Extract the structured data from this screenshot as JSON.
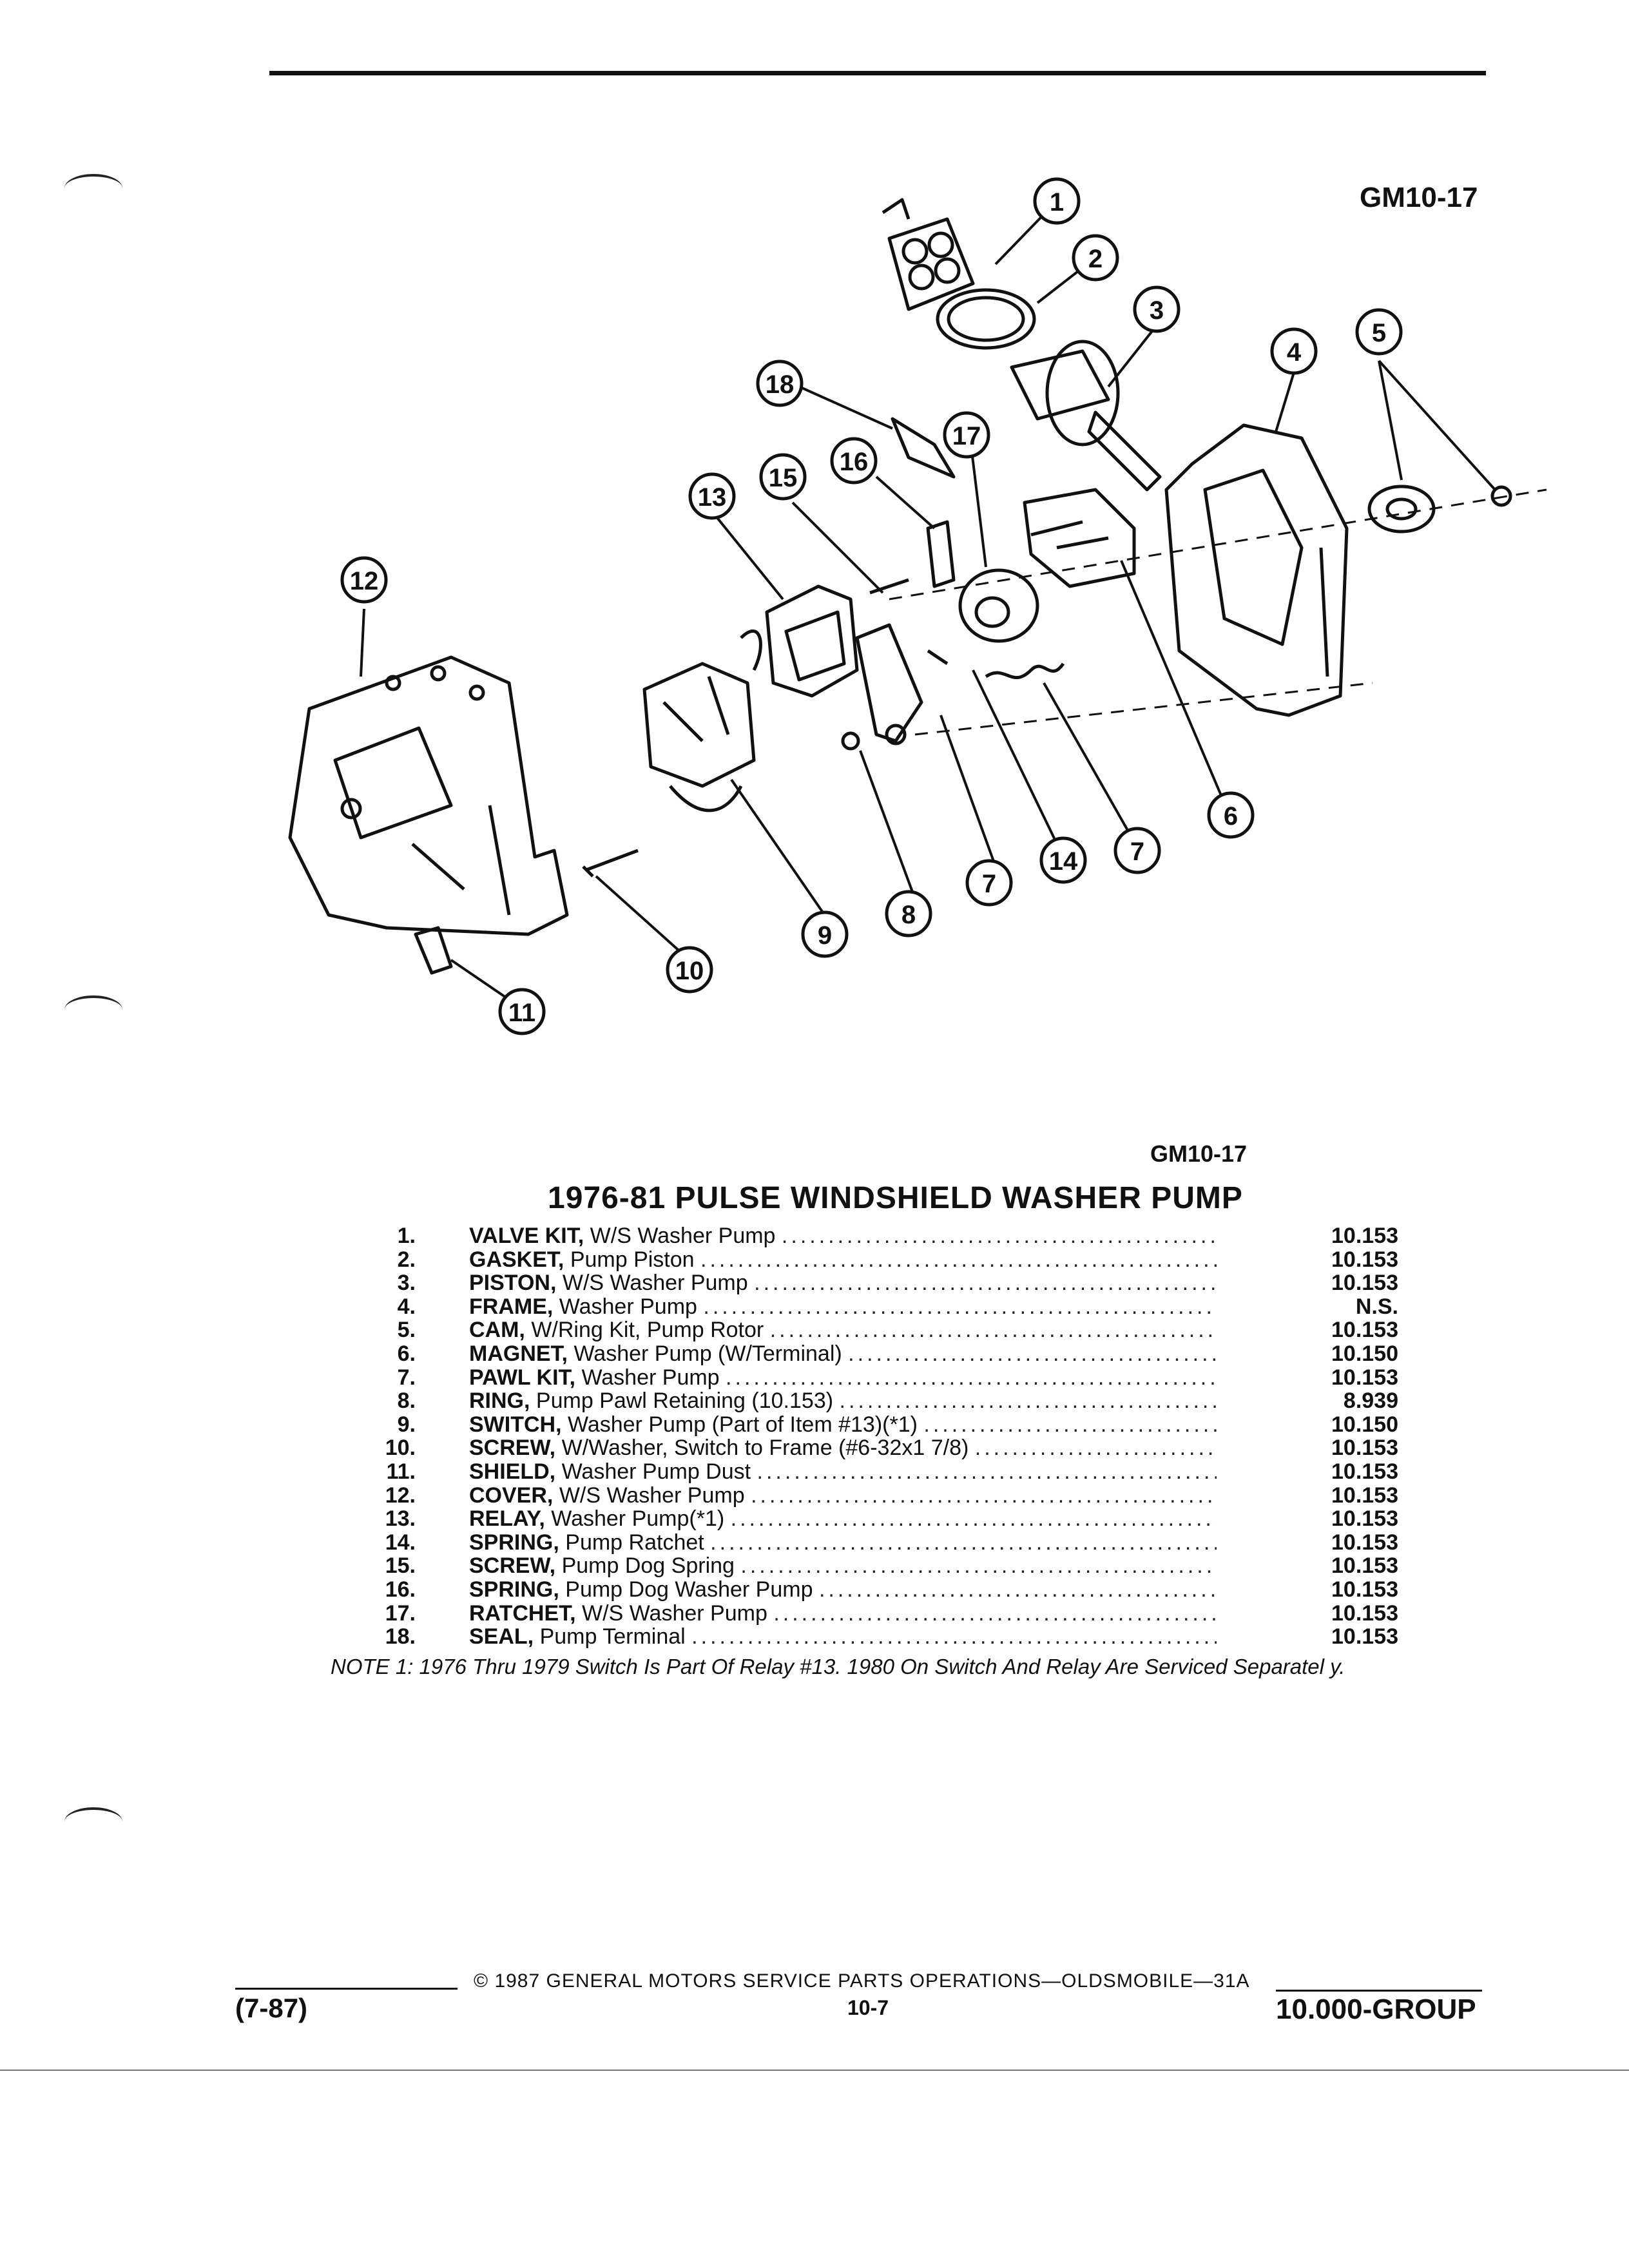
{
  "figure_id_top": "GM10-17",
  "figure_id_bottom": "GM10-17",
  "callouts": [
    "1",
    "2",
    "3",
    "4",
    "5",
    "6",
    "7",
    "7",
    "8",
    "9",
    "10",
    "11",
    "12",
    "13",
    "14",
    "15",
    "16",
    "17",
    "18"
  ],
  "title": "1976-81 PULSE WINDSHIELD WASHER PUMP",
  "parts": [
    {
      "num": "1.",
      "name": "VALVE KIT,",
      "desc": "W/S Washer Pump",
      "code": "10.153"
    },
    {
      "num": "2.",
      "name": "GASKET,",
      "desc": "Pump Piston",
      "code": "10.153"
    },
    {
      "num": "3.",
      "name": "PISTON,",
      "desc": "W/S Washer Pump",
      "code": "10.153"
    },
    {
      "num": "4.",
      "name": "FRAME,",
      "desc": "Washer Pump",
      "code": "N.S."
    },
    {
      "num": "5.",
      "name": "CAM,",
      "desc": "W/Ring Kit, Pump Rotor",
      "code": "10.153"
    },
    {
      "num": "6.",
      "name": "MAGNET,",
      "desc": "Washer Pump (W/Terminal)",
      "code": "10.150"
    },
    {
      "num": "7.",
      "name": "PAWL KIT,",
      "desc": "Washer Pump",
      "code": "10.153"
    },
    {
      "num": "8.",
      "name": "RING,",
      "desc": "Pump Pawl Retaining (10.153)",
      "code": "8.939"
    },
    {
      "num": "9.",
      "name": "SWITCH,",
      "desc": "Washer Pump (Part of Item #13)(*1)",
      "code": "10.150"
    },
    {
      "num": "10.",
      "name": "SCREW,",
      "desc": "W/Washer, Switch to Frame (#6-32x1 7/8)",
      "code": "10.153"
    },
    {
      "num": "11.",
      "name": "SHIELD,",
      "desc": "Washer Pump Dust",
      "code": "10.153"
    },
    {
      "num": "12.",
      "name": "COVER,",
      "desc": "W/S Washer Pump",
      "code": "10.153"
    },
    {
      "num": "13.",
      "name": "RELAY,",
      "desc": "Washer Pump(*1)",
      "code": "10.153"
    },
    {
      "num": "14.",
      "name": "SPRING,",
      "desc": "Pump Ratchet",
      "code": "10.153"
    },
    {
      "num": "15.",
      "name": "SCREW,",
      "desc": "Pump Dog Spring",
      "code": "10.153"
    },
    {
      "num": "16.",
      "name": "SPRING,",
      "desc": "Pump Dog Washer Pump",
      "code": "10.153"
    },
    {
      "num": "17.",
      "name": "RATCHET,",
      "desc": "W/S Washer Pump",
      "code": "10.153"
    },
    {
      "num": "18.",
      "name": "SEAL,",
      "desc": "Pump Terminal",
      "code": "10.153"
    }
  ],
  "note": "NOTE 1: 1976 Thru 1979 Switch Is Part Of Relay #13. 1980 On Switch And Relay Are Serviced Separatel y.",
  "footer": {
    "date": "(7-87)",
    "copyright": "© 1987 GENERAL MOTORS SERVICE PARTS OPERATIONS—OLDSMOBILE—31A",
    "page": "10-7",
    "group": "10.000-GROUP"
  }
}
